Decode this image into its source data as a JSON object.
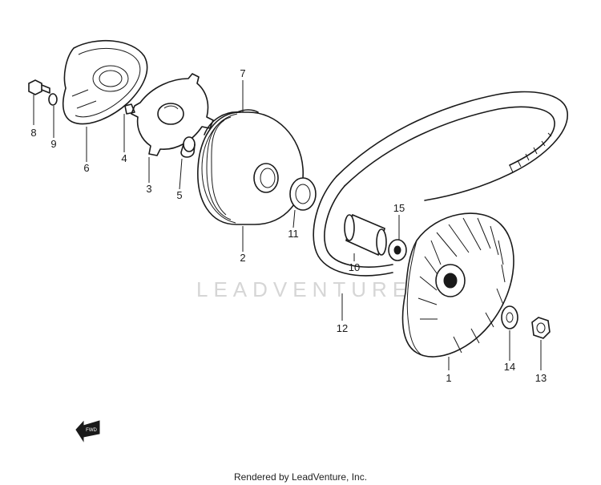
{
  "watermark": "LEADVENTURE",
  "footer": "Rendered by LeadVenture, Inc.",
  "direction_badge": "FWD",
  "callouts": [
    "1",
    "2",
    "3",
    "4",
    "5",
    "6",
    "7",
    "8",
    "9",
    "10",
    "11",
    "12",
    "13",
    "14",
    "15"
  ]
}
